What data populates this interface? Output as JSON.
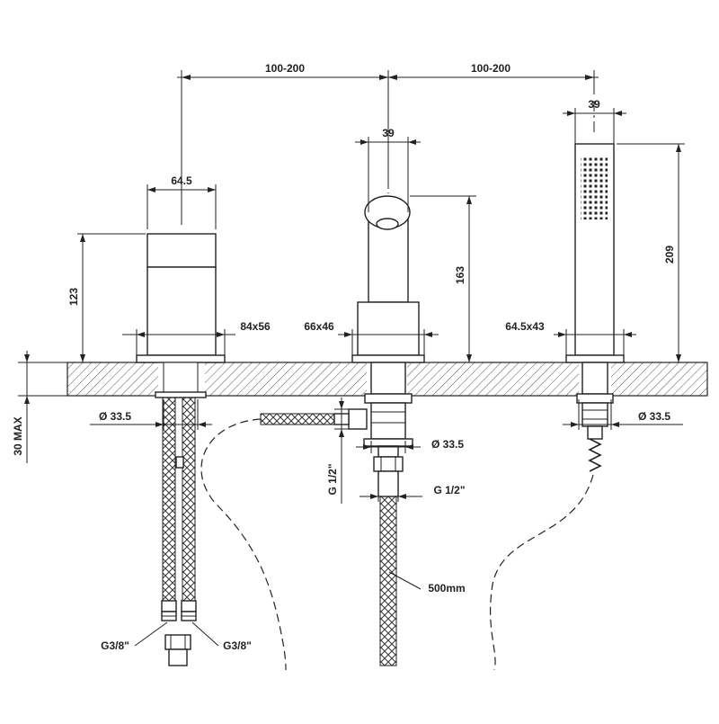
{
  "dimensions": {
    "span_left": "100-200",
    "span_right": "100-200",
    "spout_width": "39",
    "shower_width": "39",
    "valve_width": "64.5",
    "valve_height": "123",
    "spout_height": "163",
    "shower_height": "209",
    "valve_base": "84x56",
    "spout_base": "66x46",
    "shower_base": "64.5x43",
    "deck_thickness": "30 MAX",
    "hole_left": "Ø 33.5",
    "hole_center": "Ø 33.5",
    "hole_right": "Ø 33.5",
    "thread_vertical": "G 1/2\"",
    "thread_horizontal": "G 1/2\"",
    "hose_length": "500mm",
    "inlet_left": "G3/8\"",
    "inlet_right": "G3/8\""
  }
}
